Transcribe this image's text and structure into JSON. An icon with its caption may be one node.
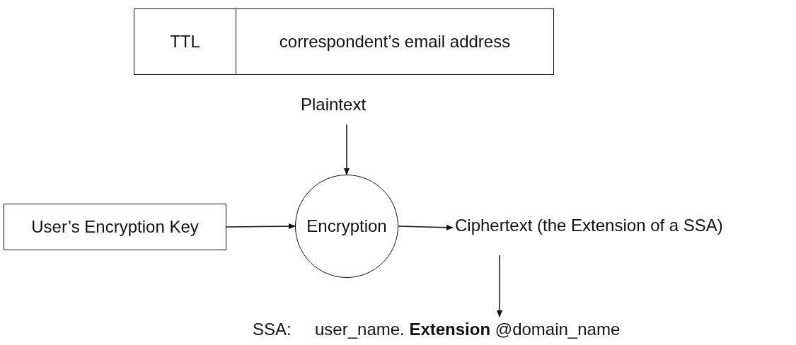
{
  "diagram": {
    "nodes": [
      {
        "text": [
          "Plaintext"
        ]
      },
      {
        "text": [
          "TTL"
        ],
        "in": 0
      },
      {
        "text": [
          "correspondent’s email address"
        ],
        "in": 0
      },
      {
        "text": [
          "User’s Encryption Key"
        ]
      },
      {
        "text": [
          "Encryption"
        ]
      },
      {
        "text": [
          "Ciphertext (the Extension of a SSA)"
        ]
      },
      {
        "text": [
          "SSA:",
          "user_name. **Extension** @domain_name"
        ]
      }
    ],
    "edges": [
      {
        "from": 0,
        "to": 4,
        "arrow": "to"
      },
      {
        "from": 3,
        "to": 4,
        "arrow": "to"
      },
      {
        "from": 4,
        "to": 5,
        "arrow": "to"
      },
      {
        "from": 5,
        "to": 6,
        "arrow": "to"
      }
    ]
  }
}
